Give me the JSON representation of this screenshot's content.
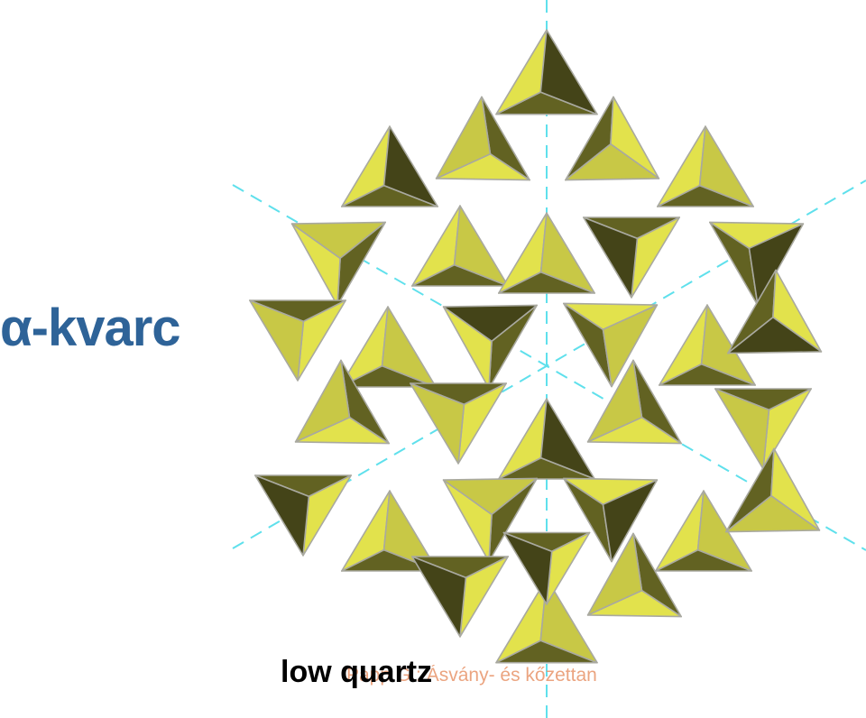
{
  "title": "α-kvarc",
  "caption": "low quartz",
  "credit": "Papp G.: Ásvány- és kőzettan",
  "colors": {
    "title": "#2e6398",
    "credit": "#e8956a",
    "guide_lines": "#5fe0ec",
    "face_light": "#e2e24c",
    "face_mid": "#c8c846",
    "face_dark": "#626222",
    "face_darkest": "#444418",
    "edge": "#a9a9a0"
  },
  "structure": {
    "name": "quartz-tetrahedral-framework",
    "symmetry": "hexagonal",
    "tetrahedra_count": 31
  }
}
